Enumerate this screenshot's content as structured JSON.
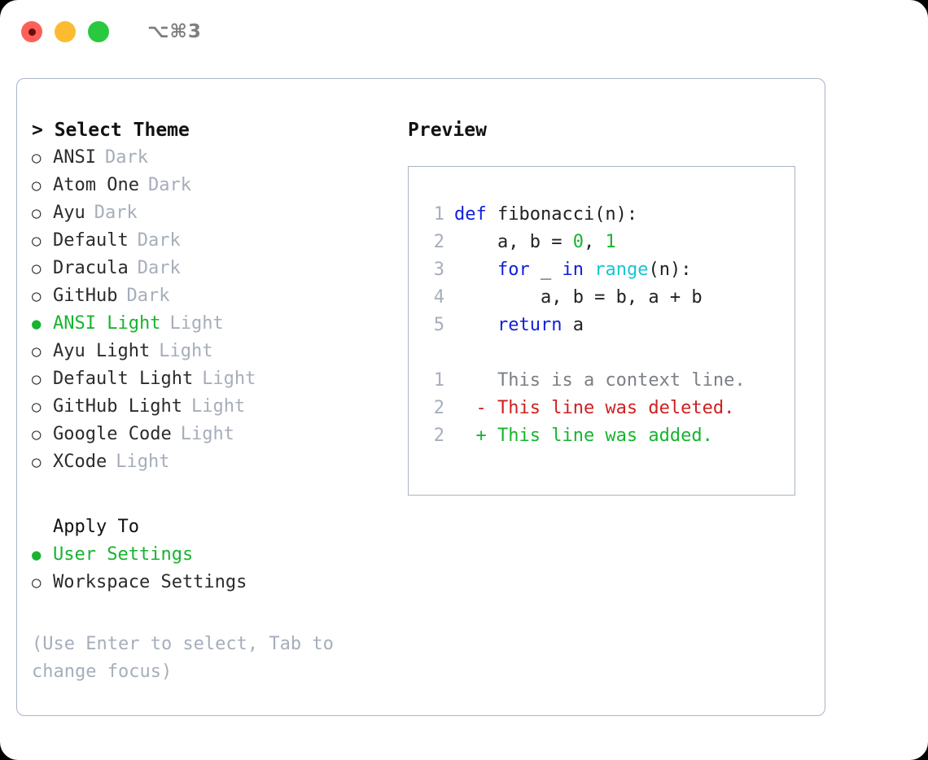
{
  "titlebar": {
    "shortcut": "⌥⌘3",
    "buttons": [
      {
        "name": "close",
        "color": "#fc6058"
      },
      {
        "name": "minimize",
        "color": "#fdbc2f"
      },
      {
        "name": "maximize",
        "color": "#28c93f"
      }
    ]
  },
  "theme_panel": {
    "header": "> Select Theme",
    "radio_on": "●",
    "radio_off": "○",
    "items": [
      {
        "name": "ANSI",
        "kind": "Dark",
        "selected": false
      },
      {
        "name": "Atom One",
        "kind": "Dark",
        "selected": false
      },
      {
        "name": "Ayu",
        "kind": "Dark",
        "selected": false
      },
      {
        "name": "Default",
        "kind": "Dark",
        "selected": false
      },
      {
        "name": "Dracula",
        "kind": "Dark",
        "selected": false
      },
      {
        "name": "GitHub",
        "kind": "Dark",
        "selected": false
      },
      {
        "name": "ANSI Light",
        "kind": "Light",
        "selected": true
      },
      {
        "name": "Ayu Light",
        "kind": "Light",
        "selected": false
      },
      {
        "name": "Default Light",
        "kind": "Light",
        "selected": false
      },
      {
        "name": "GitHub Light",
        "kind": "Light",
        "selected": false
      },
      {
        "name": "Google Code",
        "kind": "Light",
        "selected": false
      },
      {
        "name": "XCode",
        "kind": "Light",
        "selected": false
      }
    ]
  },
  "apply_to": {
    "header": "Apply To",
    "items": [
      {
        "name": "User Settings",
        "selected": true
      },
      {
        "name": "Workspace Settings",
        "selected": false
      }
    ]
  },
  "hint": "(Use Enter to select, Tab to change focus)",
  "preview": {
    "title": "Preview",
    "code_lines": [
      {
        "num": "1",
        "tokens": [
          {
            "t": "def ",
            "c": "kw"
          },
          {
            "t": "fibonacci(n):",
            "c": "plain"
          }
        ]
      },
      {
        "num": "2",
        "tokens": [
          {
            "t": "    a, b = ",
            "c": "plain"
          },
          {
            "t": "0",
            "c": "num"
          },
          {
            "t": ", ",
            "c": "plain"
          },
          {
            "t": "1",
            "c": "num"
          }
        ]
      },
      {
        "num": "3",
        "tokens": [
          {
            "t": "    ",
            "c": "plain"
          },
          {
            "t": "for",
            "c": "kw"
          },
          {
            "t": " _ ",
            "c": "plain"
          },
          {
            "t": "in",
            "c": "kw"
          },
          {
            "t": " ",
            "c": "plain"
          },
          {
            "t": "range",
            "c": "fn"
          },
          {
            "t": "(n):",
            "c": "plain"
          }
        ]
      },
      {
        "num": "4",
        "tokens": [
          {
            "t": "        a, b = b, a + b",
            "c": "plain"
          }
        ]
      },
      {
        "num": "5",
        "tokens": [
          {
            "t": "    ",
            "c": "plain"
          },
          {
            "t": "return",
            "c": "kw"
          },
          {
            "t": " a",
            "c": "plain"
          }
        ]
      }
    ],
    "diff_lines": [
      {
        "num": "1",
        "marker": "  ",
        "text": "This is a context line.",
        "kind": "ctx"
      },
      {
        "num": "2",
        "marker": "- ",
        "text": "This line was deleted.",
        "kind": "del"
      },
      {
        "num": "2",
        "marker": "+ ",
        "text": "This line was added.",
        "kind": "add"
      }
    ]
  },
  "colors": {
    "accent_green": "#17b430",
    "muted": "#a6aebb",
    "keyword_blue": "#1020d8",
    "function_cyan": "#18c5cf",
    "diff_red": "#cf2020",
    "border": "#aab4c3"
  }
}
